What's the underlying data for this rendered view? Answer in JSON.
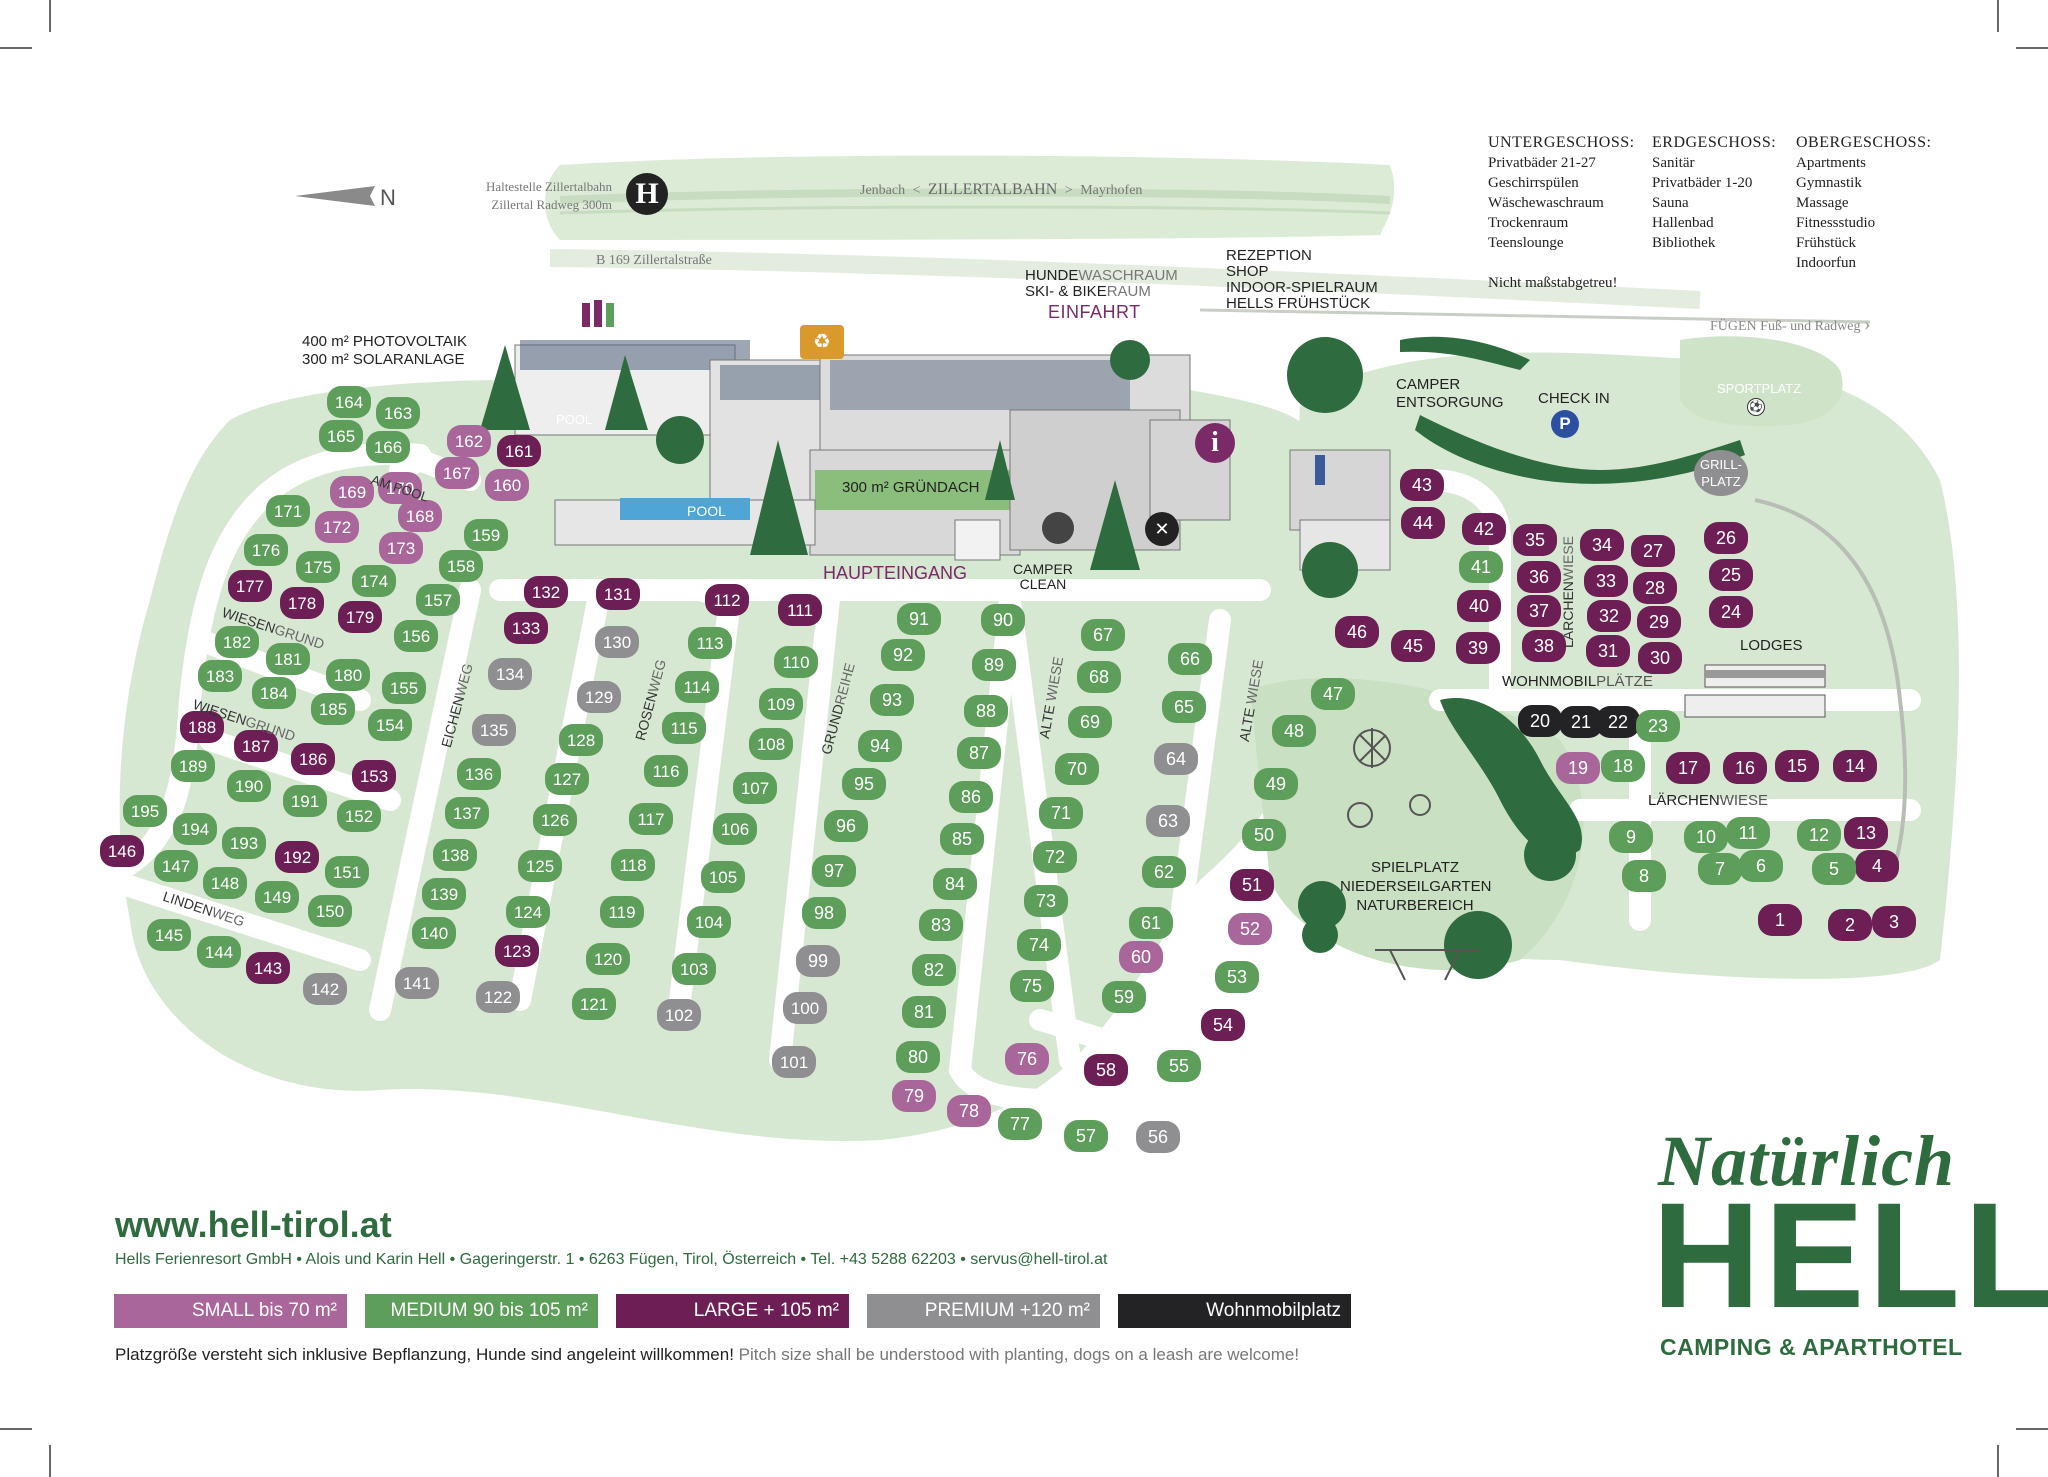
{
  "colors": {
    "small": "#a8669a",
    "medium": "#5d9e5a",
    "large": "#6d1f55",
    "premium": "#8f8f91",
    "wohnmobil": "#232325",
    "ground": "#d7e8d2",
    "road": "#ffffff",
    "brand_green": "#2e6b3e",
    "accent_purple": "#7a2a67"
  },
  "compass": {
    "label": "N"
  },
  "transit": {
    "stop_line1": "Haltestelle Zillertalbahn",
    "stop_line2": "Zillertal Radweg 300m",
    "stop_icon_letter": "H",
    "rail_left": "Jenbach",
    "rail_name": "ZILLERTALBAHN",
    "rail_right": "Mayrhofen",
    "road_name": "B 169 Zillertalstraße",
    "path_name": "FÜGEN Fuß- und Radweg"
  },
  "floors": {
    "basement": {
      "title": "UNTERGESCHOSS:",
      "items": [
        "Privatbäder 21-27",
        "Geschirrspülen",
        "Wäschewaschraum",
        "Trockenraum",
        "Teenslounge"
      ]
    },
    "ground": {
      "title": "ERDGESCHOSS:",
      "items": [
        "Sanitär",
        "Privatbäder 1-20",
        "Sauna",
        "Hallenbad",
        "Bibliothek"
      ]
    },
    "upper": {
      "title": "OBERGESCHOSS:",
      "items": [
        "Apartments",
        "Gymnastik",
        "Massage",
        "Fitnessstudio",
        "Frühstück",
        "Indoorfun"
      ]
    },
    "note": "Nicht maßstabgetreu!"
  },
  "labels": {
    "photovoltaik": "400 m² PHOTOVOLTAIK",
    "solar": "300 m² SOLARANLAGE",
    "hund_a": "HUNDE",
    "hund_b": "WASCHRAUM",
    "ski_a": "SKI- & BIKE",
    "ski_b": "RAUM",
    "einfahrt": "EINFAHRT",
    "rezeption": "REZEPTION",
    "shop": "SHOP",
    "indoor": "INDOOR-SPIELRAUM",
    "fruehstueck": "HELLS FRÜHSTÜCK",
    "pool_roof": "POOL",
    "pool": "POOL",
    "gruendach": "300 m² GRÜNDACH",
    "haupteingang": "HAUPTEINGANG",
    "camper_clean_1": "CAMPER",
    "camper_clean_2": "CLEAN",
    "camper_ents_1": "CAMPER",
    "camper_ents_2": "ENTSORGUNG",
    "checkin": "CHECK IN",
    "parking": "P",
    "info": "i",
    "sportplatz": "SPORTPLATZ",
    "grill_1": "GRILL-",
    "grill_2": "PLATZ",
    "lodges": "LODGES",
    "wohnmobilplaetze_a": "WOHNMOBIL",
    "wohnmobilplaetze_b": "PLÄTZE",
    "laerchenwiese_a": "LÄRCHEN",
    "laerchenwiese_b": "WIESE",
    "spielplatz_1": "SPIELPLATZ",
    "spielplatz_2": "NIEDERSEILGARTEN",
    "spielplatz_3": "NATURBEREICH",
    "am_pool_a": "AM ",
    "am_pool_b": "POOL",
    "wiesengrund_a": "WIESEN",
    "wiesengrund_b": "GRUND",
    "lindenweg_a": "LINDEN",
    "lindenweg_b": "WEG",
    "eichenweg_a": "EICHEN",
    "eichenweg_b": "WEG",
    "rosenweg_a": "ROSEN",
    "rosenweg_b": "WEG",
    "grundreihe_a": "GRUND",
    "grundreihe_b": "REIHE",
    "altewiese_a": "ALTE ",
    "altewiese_b": "WIESE",
    "laerchenwiese_v_a": "LÄRCHEN",
    "laerchenwiese_v_b": "WIESE"
  },
  "pitches": [
    [
      "1",
      "large"
    ],
    [
      "2",
      "large"
    ],
    [
      "3",
      "large"
    ],
    [
      "4",
      "large"
    ],
    [
      "5",
      "medium"
    ],
    [
      "6",
      "medium"
    ],
    [
      "7",
      "medium"
    ],
    [
      "8",
      "medium"
    ],
    [
      "9",
      "medium"
    ],
    [
      "10",
      "medium"
    ],
    [
      "11",
      "medium"
    ],
    [
      "12",
      "medium"
    ],
    [
      "13",
      "large"
    ],
    [
      "14",
      "large"
    ],
    [
      "15",
      "large"
    ],
    [
      "16",
      "large"
    ],
    [
      "17",
      "large"
    ],
    [
      "18",
      "medium"
    ],
    [
      "19",
      "small"
    ],
    [
      "20",
      "wohnmobil"
    ],
    [
      "21",
      "wohnmobil"
    ],
    [
      "22",
      "wohnmobil"
    ],
    [
      "23",
      "medium"
    ],
    [
      "24",
      "large"
    ],
    [
      "25",
      "large"
    ],
    [
      "26",
      "large"
    ],
    [
      "27",
      "large"
    ],
    [
      "28",
      "large"
    ],
    [
      "29",
      "large"
    ],
    [
      "30",
      "large"
    ],
    [
      "31",
      "large"
    ],
    [
      "32",
      "large"
    ],
    [
      "33",
      "large"
    ],
    [
      "34",
      "large"
    ],
    [
      "35",
      "large"
    ],
    [
      "36",
      "large"
    ],
    [
      "37",
      "large"
    ],
    [
      "38",
      "large"
    ],
    [
      "39",
      "large"
    ],
    [
      "40",
      "large"
    ],
    [
      "41",
      "medium"
    ],
    [
      "42",
      "large"
    ],
    [
      "43",
      "large"
    ],
    [
      "44",
      "large"
    ],
    [
      "45",
      "large"
    ],
    [
      "46",
      "large"
    ],
    [
      "47",
      "medium"
    ],
    [
      "48",
      "medium"
    ],
    [
      "49",
      "medium"
    ],
    [
      "50",
      "medium"
    ],
    [
      "51",
      "large"
    ],
    [
      "52",
      "small"
    ],
    [
      "53",
      "medium"
    ],
    [
      "54",
      "large"
    ],
    [
      "55",
      "medium"
    ],
    [
      "56",
      "premium"
    ],
    [
      "57",
      "medium"
    ],
    [
      "58",
      "large"
    ],
    [
      "59",
      "medium"
    ],
    [
      "60",
      "small"
    ],
    [
      "61",
      "medium"
    ],
    [
      "62",
      "medium"
    ],
    [
      "63",
      "premium"
    ],
    [
      "64",
      "premium"
    ],
    [
      "65",
      "medium"
    ],
    [
      "66",
      "medium"
    ],
    [
      "67",
      "medium"
    ],
    [
      "68",
      "medium"
    ],
    [
      "69",
      "medium"
    ],
    [
      "70",
      "medium"
    ],
    [
      "71",
      "medium"
    ],
    [
      "72",
      "medium"
    ],
    [
      "73",
      "medium"
    ],
    [
      "74",
      "medium"
    ],
    [
      "75",
      "medium"
    ],
    [
      "76",
      "small"
    ],
    [
      "77",
      "medium"
    ],
    [
      "78",
      "small"
    ],
    [
      "79",
      "small"
    ],
    [
      "80",
      "medium"
    ],
    [
      "81",
      "medium"
    ],
    [
      "82",
      "medium"
    ],
    [
      "83",
      "medium"
    ],
    [
      "84",
      "medium"
    ],
    [
      "85",
      "medium"
    ],
    [
      "86",
      "medium"
    ],
    [
      "87",
      "medium"
    ],
    [
      "88",
      "medium"
    ],
    [
      "89",
      "medium"
    ],
    [
      "90",
      "medium"
    ],
    [
      "91",
      "medium"
    ],
    [
      "92",
      "medium"
    ],
    [
      "93",
      "medium"
    ],
    [
      "94",
      "medium"
    ],
    [
      "95",
      "medium"
    ],
    [
      "96",
      "medium"
    ],
    [
      "97",
      "medium"
    ],
    [
      "98",
      "medium"
    ],
    [
      "99",
      "premium"
    ],
    [
      "100",
      "premium"
    ],
    [
      "101",
      "premium"
    ],
    [
      "102",
      "premium"
    ],
    [
      "103",
      "medium"
    ],
    [
      "104",
      "medium"
    ],
    [
      "105",
      "medium"
    ],
    [
      "106",
      "medium"
    ],
    [
      "107",
      "medium"
    ],
    [
      "108",
      "medium"
    ],
    [
      "109",
      "medium"
    ],
    [
      "110",
      "medium"
    ],
    [
      "111",
      "large"
    ],
    [
      "112",
      "large"
    ],
    [
      "113",
      "medium"
    ],
    [
      "114",
      "medium"
    ],
    [
      "115",
      "medium"
    ],
    [
      "116",
      "medium"
    ],
    [
      "117",
      "medium"
    ],
    [
      "118",
      "medium"
    ],
    [
      "119",
      "medium"
    ],
    [
      "120",
      "medium"
    ],
    [
      "121",
      "medium"
    ],
    [
      "122",
      "premium"
    ],
    [
      "123",
      "large"
    ],
    [
      "124",
      "medium"
    ],
    [
      "125",
      "medium"
    ],
    [
      "126",
      "medium"
    ],
    [
      "127",
      "medium"
    ],
    [
      "128",
      "medium"
    ],
    [
      "129",
      "premium"
    ],
    [
      "130",
      "premium"
    ],
    [
      "131",
      "large"
    ],
    [
      "132",
      "large"
    ],
    [
      "133",
      "large"
    ],
    [
      "134",
      "premium"
    ],
    [
      "135",
      "premium"
    ],
    [
      "136",
      "medium"
    ],
    [
      "137",
      "medium"
    ],
    [
      "138",
      "medium"
    ],
    [
      "139",
      "medium"
    ],
    [
      "140",
      "medium"
    ],
    [
      "141",
      "premium"
    ],
    [
      "142",
      "premium"
    ],
    [
      "143",
      "large"
    ],
    [
      "144",
      "medium"
    ],
    [
      "145",
      "medium"
    ],
    [
      "146",
      "large"
    ],
    [
      "147",
      "medium"
    ],
    [
      "148",
      "medium"
    ],
    [
      "149",
      "medium"
    ],
    [
      "150",
      "medium"
    ],
    [
      "151",
      "medium"
    ],
    [
      "152",
      "medium"
    ],
    [
      "153",
      "large"
    ],
    [
      "154",
      "medium"
    ],
    [
      "155",
      "medium"
    ],
    [
      "156",
      "medium"
    ],
    [
      "157",
      "medium"
    ],
    [
      "158",
      "medium"
    ],
    [
      "159",
      "medium"
    ],
    [
      "160",
      "small"
    ],
    [
      "161",
      "large"
    ],
    [
      "162",
      "small"
    ],
    [
      "163",
      "medium"
    ],
    [
      "164",
      "medium"
    ],
    [
      "165",
      "medium"
    ],
    [
      "166",
      "medium"
    ],
    [
      "167",
      "small"
    ],
    [
      "168",
      "small"
    ],
    [
      "169",
      "small"
    ],
    [
      "170",
      "small"
    ],
    [
      "171",
      "medium"
    ],
    [
      "172",
      "small"
    ],
    [
      "173",
      "small"
    ],
    [
      "174",
      "medium"
    ],
    [
      "175",
      "medium"
    ],
    [
      "176",
      "medium"
    ],
    [
      "177",
      "large"
    ],
    [
      "178",
      "large"
    ],
    [
      "179",
      "large"
    ],
    [
      "180",
      "medium"
    ],
    [
      "181",
      "medium"
    ],
    [
      "182",
      "medium"
    ],
    [
      "183",
      "medium"
    ],
    [
      "184",
      "medium"
    ],
    [
      "185",
      "medium"
    ],
    [
      "186",
      "large"
    ],
    [
      "187",
      "large"
    ],
    [
      "188",
      "large"
    ],
    [
      "189",
      "medium"
    ],
    [
      "190",
      "medium"
    ],
    [
      "191",
      "medium"
    ],
    [
      "192",
      "large"
    ],
    [
      "193",
      "medium"
    ],
    [
      "194",
      "medium"
    ],
    [
      "195",
      "medium"
    ]
  ],
  "footer": {
    "url": "www.hell-tirol.at",
    "address": "Hells Ferienresort GmbH • Alois und Karin Hell • Gageringerstr. 1 • 6263 Fügen, Tirol, Österreich • Tel. +43 5288 62203 • servus@hell-tirol.at",
    "legend": [
      {
        "key": "small",
        "label": "SMALL bis 70 m²"
      },
      {
        "key": "medium",
        "label": "MEDIUM 90 bis 105 m²"
      },
      {
        "key": "large",
        "label": "LARGE + 105 m²"
      },
      {
        "key": "premium",
        "label": "PREMIUM +120 m²"
      },
      {
        "key": "wohnmobil",
        "label": "Wohnmobilplatz"
      }
    ],
    "note_de": "Platzgröße versteht sich inklusive Bepflanzung, Hunde sind angeleint willkommen!",
    "note_en": "Pitch size shall be understood with planting, dogs on a leash are welcome!"
  },
  "brand": {
    "script": "Natürlich",
    "big": "HELL",
    "sub": "CAMPING & APARTHOTEL"
  }
}
